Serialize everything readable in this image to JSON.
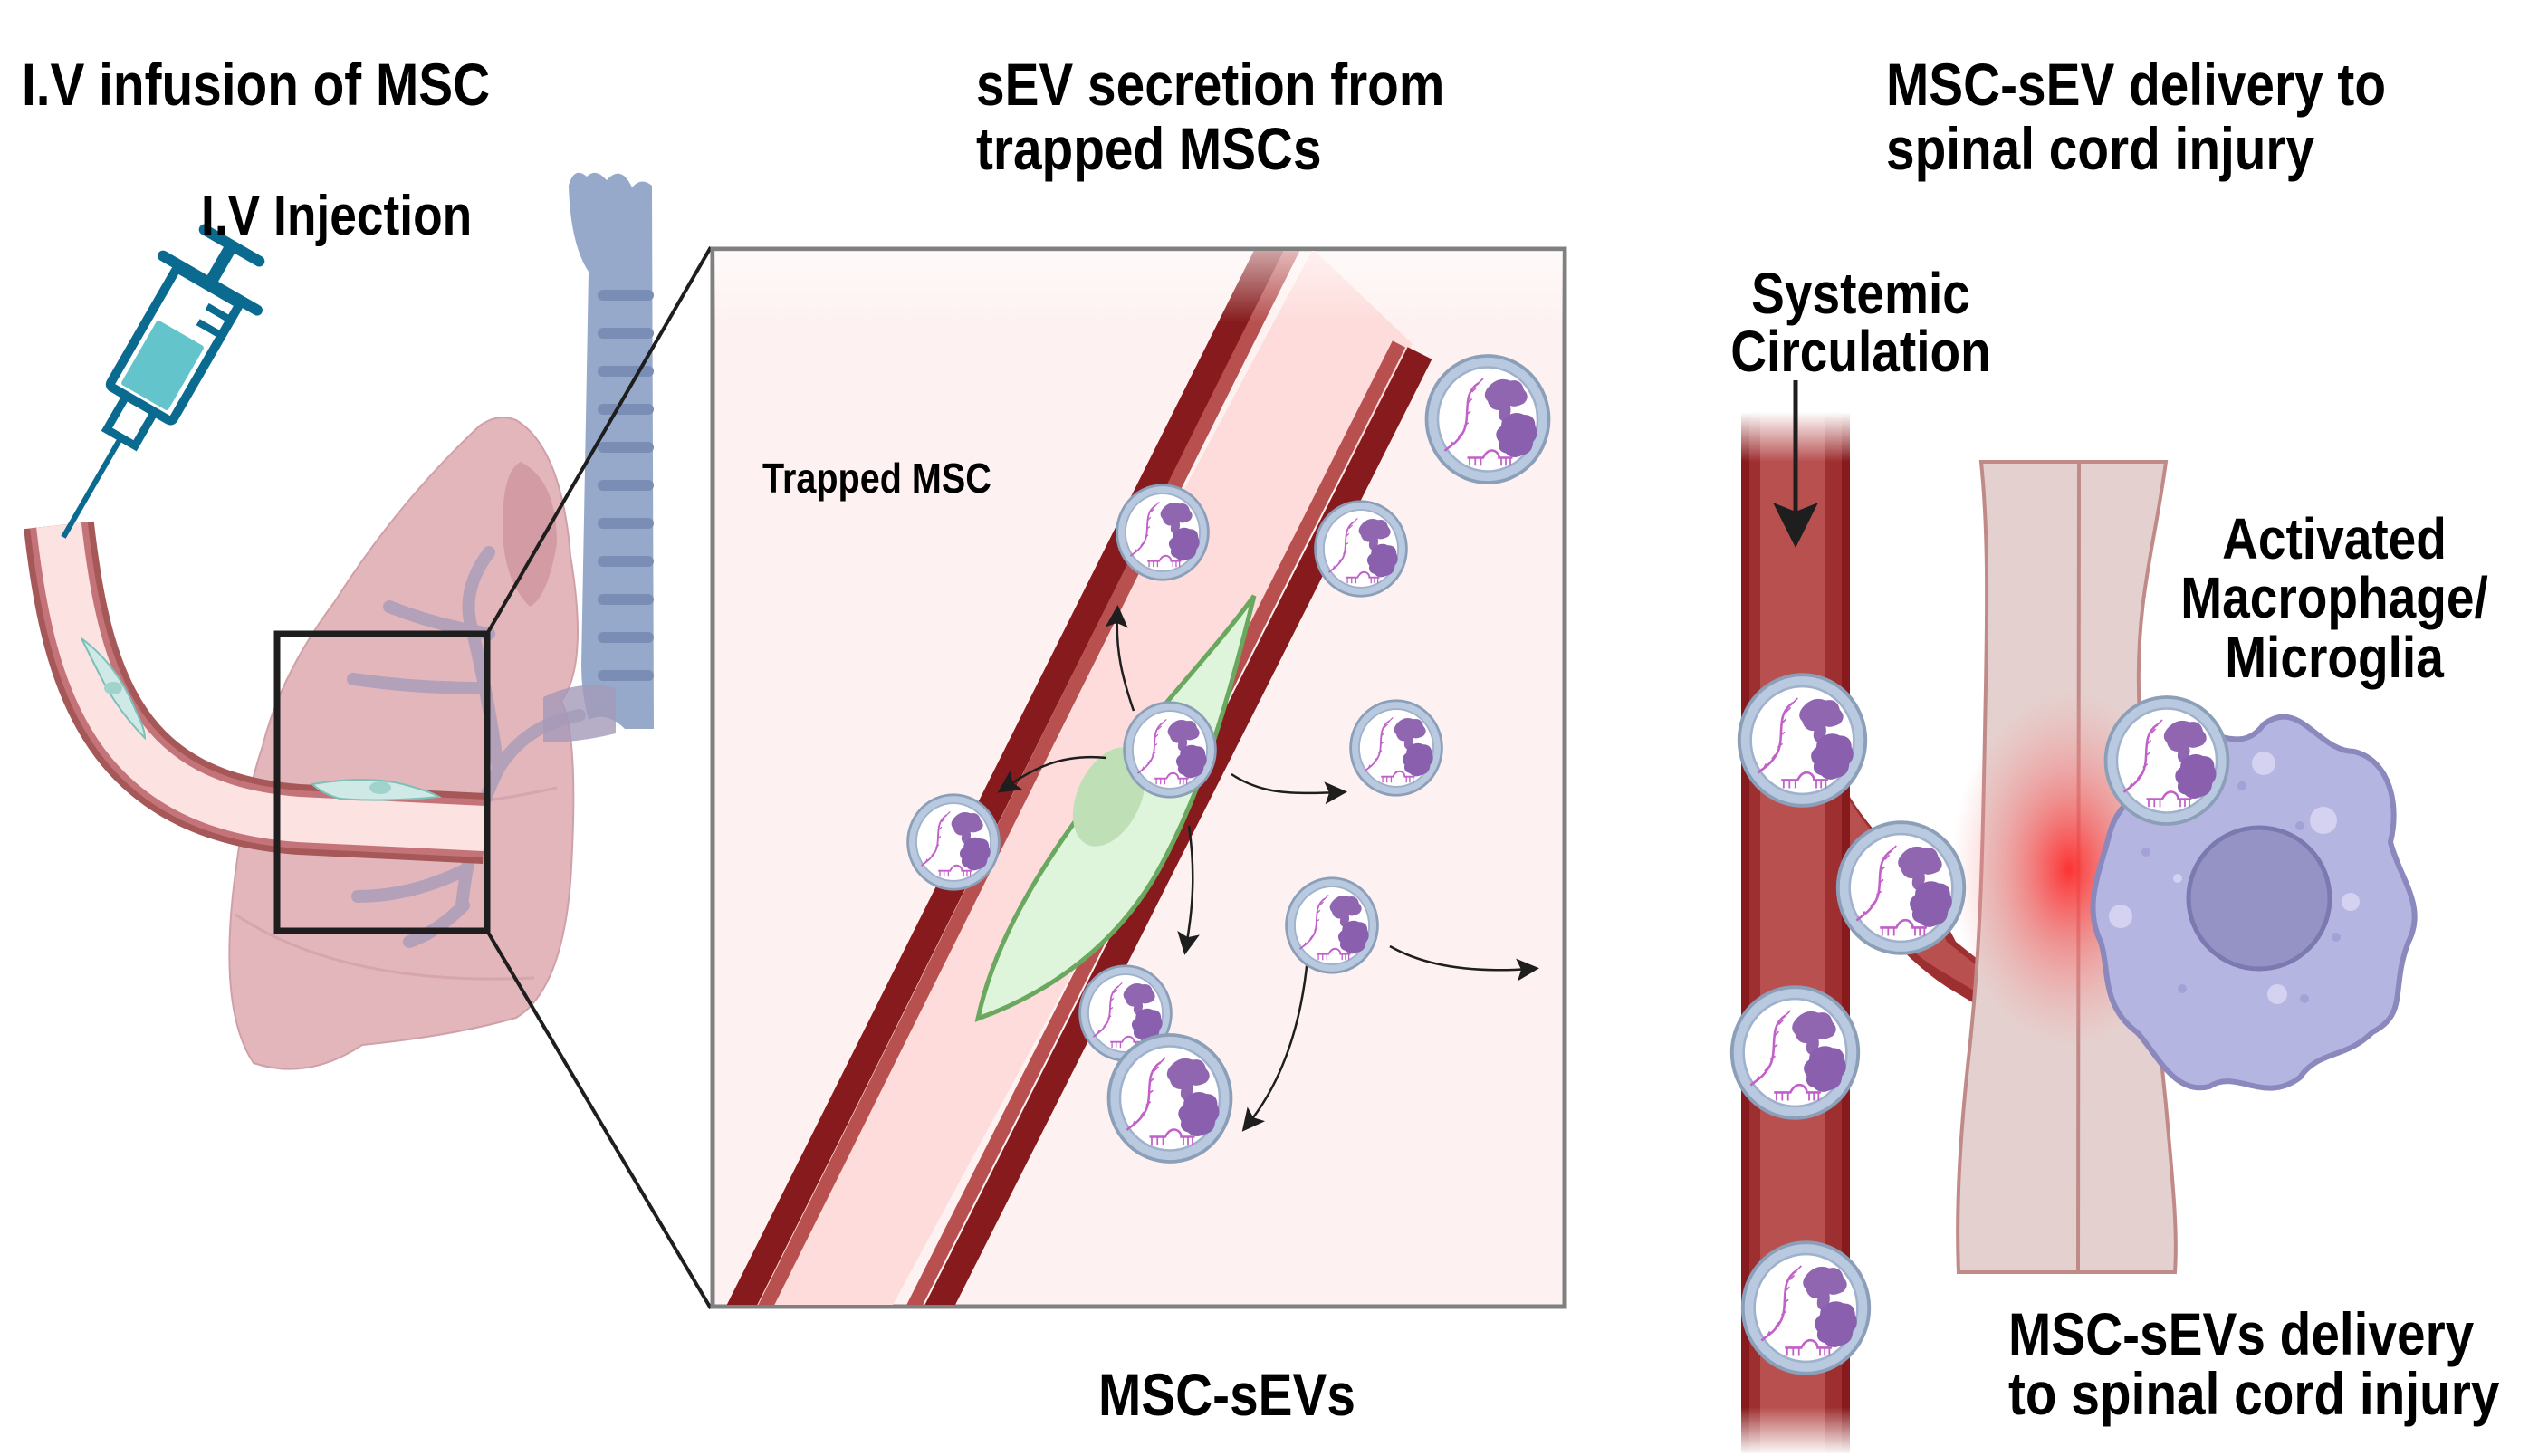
{
  "panels": [
    {
      "id": "iv-infusion",
      "title": "I.V infusion of MSC",
      "labels": {
        "injection": "I.V Injection"
      }
    },
    {
      "id": "sev-secretion",
      "title_line1": "sEV secretion from",
      "title_line2": "trapped MSCs",
      "labels": {
        "trapped_msc": "Trapped MSC",
        "caption": "MSC-sEVs"
      }
    },
    {
      "id": "sev-delivery",
      "title_line1": "MSC-sEV delivery to",
      "title_line2": "spinal cord injury",
      "labels": {
        "systemic_line1": "Systemic",
        "systemic_line2": "Circulation",
        "macrophage_line1": "Activated",
        "macrophage_line2": "Macrophage/",
        "macrophage_line3": "Microglia",
        "delivery_line1": "MSC-sEVs delivery",
        "delivery_line2": "to spinal cord injury"
      }
    }
  ],
  "icons": [
    "syringe-icon",
    "lung-icon",
    "trachea-icon",
    "blood-vessel-icon",
    "msc-cell-icon",
    "extracellular-vesicle-icon",
    "spinal-cord-icon",
    "macrophage-icon",
    "injury-site-icon",
    "arrow-icon"
  ],
  "colors": {
    "vessel_dark": "#861a1c",
    "vessel_mid": "#b85050",
    "vessel_lumen": "#fddcdb",
    "panel_bg": "#fdf2f1",
    "panel_border": "#808080",
    "msc_fill": "#dff5db",
    "msc_stroke": "#6aa860",
    "vesicle_ring": "#b8c9e0",
    "vesicle_ring_stroke": "#8c9fb8",
    "cargo_protein": "#9066b0",
    "cargo_rna": "#c060c8",
    "syringe": "#0a6a90",
    "syringe_fluid": "#63c4cc",
    "lung": "#e3b6bc",
    "trachea": "#97a9cb",
    "spinal_cord": "#e4d1cf",
    "injury_glow": "#ff3030",
    "macrophage": "#b5b5e2",
    "macrophage_nucleus": "#9592c6"
  }
}
